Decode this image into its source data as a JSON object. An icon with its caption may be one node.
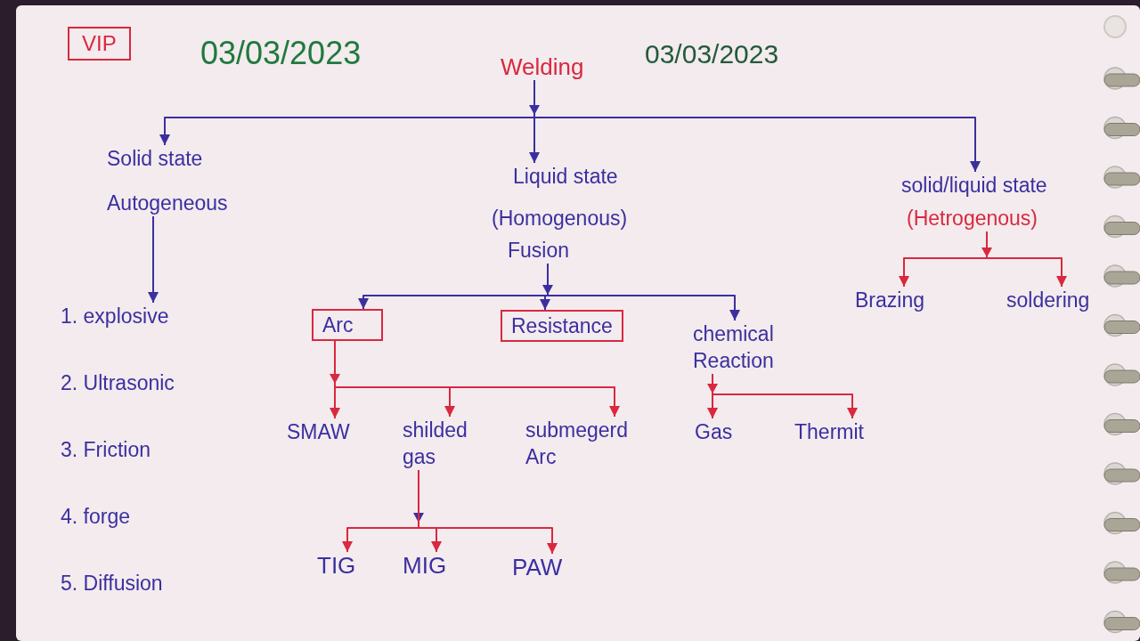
{
  "diagram": {
    "nodes": [
      {
        "text": [
          "VIP"
        ]
      },
      {
        "text": [
          "Welding"
        ]
      },
      {
        "text": [
          "Solid state",
          "Autogeneous"
        ]
      },
      {
        "text": [
          "Liquid state",
          "(Homogenous)",
          "Fusion"
        ]
      },
      {
        "text": [
          "solid/liquid state",
          "(Hetrogenous)"
        ]
      },
      {
        "text": [
          "1. explosive",
          "2. Ultrasonic",
          "3. Friction",
          "4. forge",
          "5. Diffusion"
        ]
      },
      {
        "text": [
          "Arc"
        ]
      },
      {
        "text": [
          "Resistance"
        ]
      },
      {
        "text": [
          "chemical Reaction"
        ]
      },
      {
        "text": [
          "Brazing"
        ]
      },
      {
        "text": [
          "soldering"
        ]
      },
      {
        "text": [
          "SMAW"
        ]
      },
      {
        "text": [
          "shilded gas"
        ]
      },
      {
        "text": [
          "submegerd Arc"
        ]
      },
      {
        "text": [
          "Gas"
        ]
      },
      {
        "text": [
          "Thermit"
        ]
      },
      {
        "text": [
          "TIG"
        ]
      },
      {
        "text": [
          "MIG"
        ]
      },
      {
        "text": [
          "PAW"
        ]
      }
    ],
    "edges": [
      {
        "from": 1,
        "to": 2,
        "arrow": "to",
        "color": "#3b2f9f"
      },
      {
        "from": 1,
        "to": 3,
        "arrow": "to",
        "color": "#3b2f9f"
      },
      {
        "from": 1,
        "to": 4,
        "arrow": "to",
        "color": "#3b2f9f"
      },
      {
        "from": 2,
        "to": 5,
        "arrow": "to",
        "color": "#3b2f9f"
      },
      {
        "from": 3,
        "to": 6,
        "arrow": "to",
        "color": "#3b2f9f"
      },
      {
        "from": 3,
        "to": 7,
        "arrow": "to",
        "color": "#3b2f9f"
      },
      {
        "from": 3,
        "to": 8,
        "arrow": "to",
        "color": "#3b2f9f"
      },
      {
        "from": 4,
        "to": 9,
        "arrow": "to"
      },
      {
        "from": 4,
        "to": 10,
        "arrow": "to"
      },
      {
        "from": 6,
        "to": 11,
        "arrow": "to"
      },
      {
        "from": 6,
        "to": 12,
        "arrow": "to"
      },
      {
        "from": 6,
        "to": 13,
        "arrow": "to"
      },
      {
        "from": 8,
        "to": 14,
        "arrow": "to"
      },
      {
        "from": 8,
        "to": 15,
        "arrow": "to"
      },
      {
        "from": 12,
        "to": 16,
        "arrow": "to"
      },
      {
        "from": 12,
        "to": 17,
        "arrow": "to"
      },
      {
        "from": 12,
        "to": 18,
        "arrow": "to"
      }
    ],
    "labels": [
      "03/03/2023",
      "03/03/2023"
    ]
  }
}
